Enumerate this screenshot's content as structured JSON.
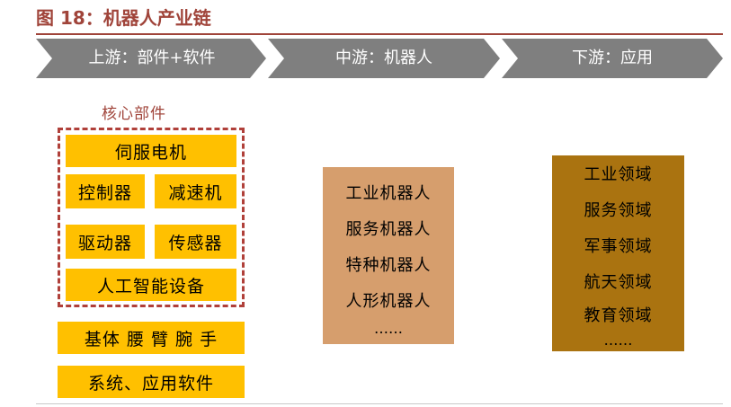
{
  "title": "图 18：机器人产业链",
  "stages": [
    "上游：部件+软件",
    "中游：机器人",
    "下游：应用"
  ],
  "upstream": {
    "core_title": "核心部件",
    "core_parts": [
      "伺服电机",
      "控制器",
      "减速机",
      "驱动器",
      "传感器",
      "人工智能设备"
    ],
    "other_parts": [
      "基体 腰 臂 腕 手",
      "系统、应用软件"
    ]
  },
  "midstream": {
    "items": [
      "工业机器人",
      "服务机器人",
      "特种机器人",
      "人形机器人"
    ],
    "ellipsis": "……"
  },
  "downstream": {
    "items": [
      "工业领域",
      "服务领域",
      "军事领域",
      "航天领域",
      "教育领域"
    ],
    "ellipsis": "……"
  },
  "colors": {
    "title_red": "#a0443a",
    "chevron_grey": "#7f7f7f",
    "component_yellow": "#ffc000",
    "midstream_tan": "#d69e6d",
    "downstream_brown": "#aa7310"
  }
}
